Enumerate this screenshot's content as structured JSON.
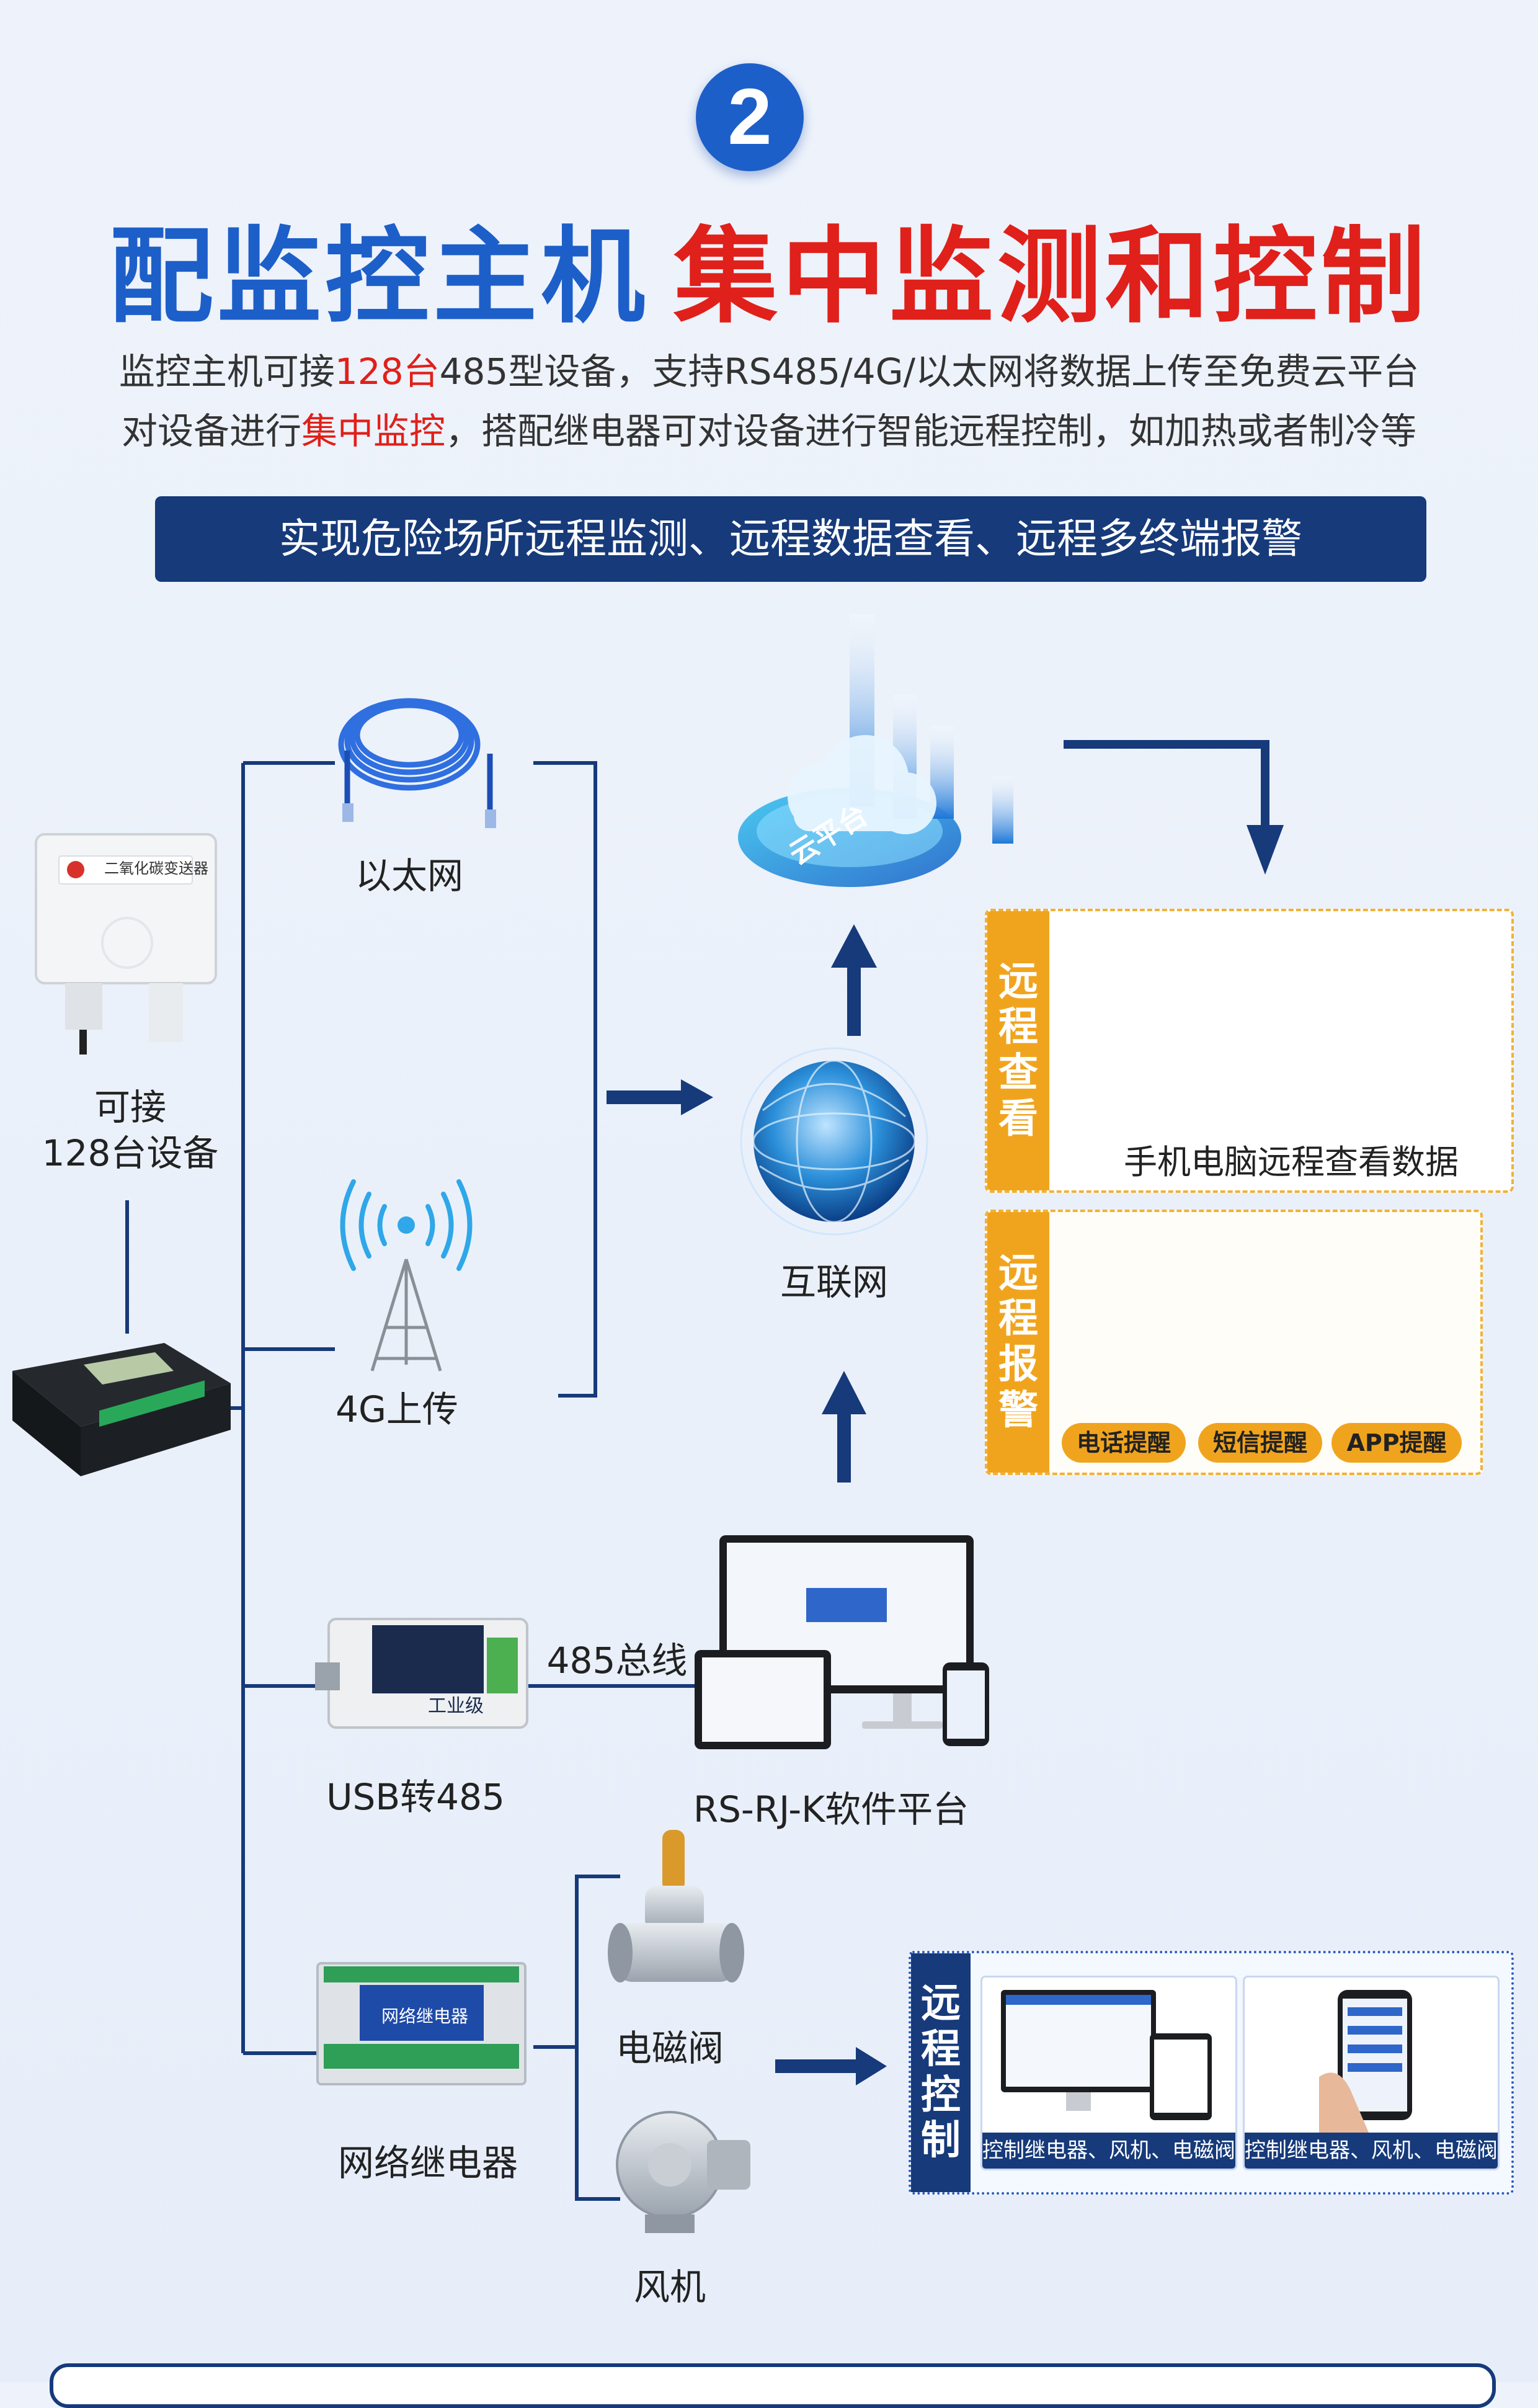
{
  "step_number": "2",
  "headline": {
    "blue": "配监控主机",
    "red": "集中监测和控制"
  },
  "description": {
    "line1_a": "监控主机可接",
    "line1_hl": "128台",
    "line1_b": "485型设备，支持RS485/4G/以太网将数据上传至免费云平台",
    "line2_a": "对设备进行",
    "line2_hl": "集中监控",
    "line2_b": "，搭配继电器可对设备进行智能远程控制，如加热或者制冷等"
  },
  "banner": "实现危险场所远程监测、远程数据查看、远程多终端报警",
  "device": {
    "sensor_label_line1": "可接",
    "sensor_label_line2": "128台设备",
    "sensor_plate_text": "二氧化碳变送器"
  },
  "network": {
    "ethernet": "以太网",
    "cellular": "4G上传",
    "internet": "互联网",
    "cloud": "云平台"
  },
  "remote_view": {
    "tab": [
      "远",
      "程",
      "查",
      "看"
    ],
    "caption": "手机电脑远程查看数据"
  },
  "remote_alarm": {
    "tab": [
      "远",
      "程",
      "报",
      "警"
    ],
    "pills": [
      "电话提醒",
      "短信提醒",
      "APP提醒"
    ]
  },
  "bus": {
    "usb_converter": "USB转485",
    "bus_label": "485总线",
    "software": "RS-RJ-K软件平台",
    "converter_plate": "工业级"
  },
  "relay": {
    "relay_label": "网络继电器",
    "relay_plate": "网络继电器",
    "valve": "电磁阀",
    "fan": "风机"
  },
  "remote_control": {
    "tab": [
      "远",
      "程",
      "控",
      "制"
    ],
    "captions": [
      "控制继电器、风机、电磁阀",
      "控制继电器、风机、电磁阀"
    ]
  },
  "colors": {
    "brand_blue": "#1d5fc9",
    "navy": "#163a7a",
    "highlight_red": "#e0201a",
    "accent_orange": "#f0a41e"
  }
}
